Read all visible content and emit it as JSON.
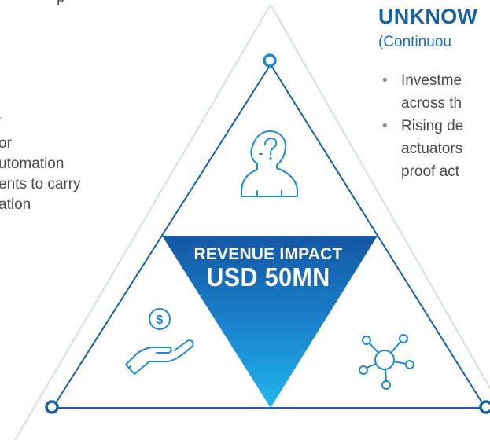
{
  "left_panel": {
    "top_fragment": "p",
    "lines": [
      "or",
      "utomation",
      "ents to carry",
      "ation"
    ]
  },
  "right_panel": {
    "title": "UNKNOW",
    "subtitle": "(Continuou",
    "bullets": [
      {
        "lines": [
          "Investme",
          "across th"
        ]
      },
      {
        "lines": [
          "Rising de",
          "actuators",
          "proof act"
        ]
      }
    ]
  },
  "center": {
    "label": "REVENUE IMPACT",
    "value": "USD 50MN"
  },
  "icons": [
    "person-question-icon",
    "hand-money-icon",
    "network-hub-icon"
  ],
  "colors": {
    "accent_blue": "#1761a9",
    "light_blue": "#1ba3e0",
    "outline_gray": "#d9dde2"
  }
}
